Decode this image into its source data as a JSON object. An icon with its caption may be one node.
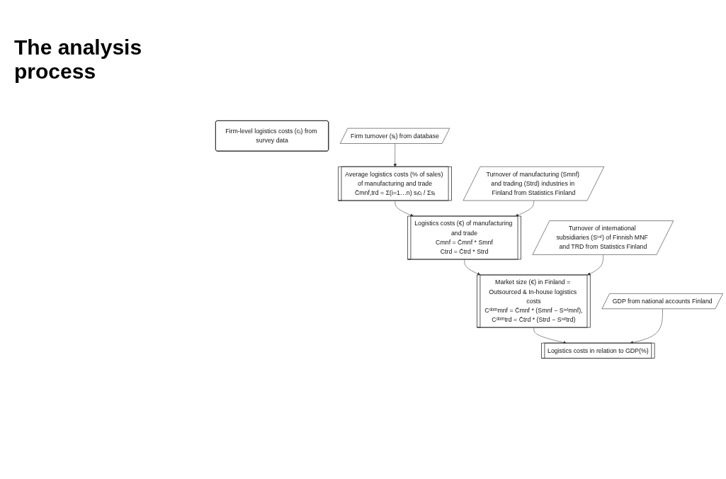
{
  "diagram": {
    "title": "The analysis process",
    "nodes": [
      {
        "text": [
          "Firm-level logistics costs (cᵢ) from survey data"
        ]
      },
      {
        "text": [
          "Average logistics costs (% of sales) of manufacturing and trade",
          "C̄mnf,trd = Σ(i=1…n) sᵢcᵢ / Σsᵢ"
        ]
      },
      {
        "text": [
          "Firm turnover (sᵢ) from database"
        ]
      },
      {
        "text": [
          "Logistics costs (€) of manufacturing and trade",
          "Cmnf = C̄mnf * Smnf",
          "Ctrd = C̄trd * Strd"
        ]
      },
      {
        "text": [
          "Turnover of manufacturing (Smnf) and trading (Strd) industries in Finland from Statistics Finland"
        ]
      },
      {
        "text": [
          "Market size (€) in Finland = Outsourced & In-house logistics costs",
          "Cᵈᵒᵐmnf = C̄mnf * (Smnf − Sⁱⁿᵗmnf),",
          "Cᵈᵒᵐtrd = C̄trd * (Strd − Sⁱⁿᵗtrd)"
        ]
      },
      {
        "text": [
          "Turnover of international subsidiaries (Sⁱⁿᵗ) of Finnish MNF and TRD from Statistics Finland"
        ]
      },
      {
        "text": [
          "Logistics costs in relation to GDP(%)"
        ]
      },
      {
        "text": [
          "GDP from national accounts Finland"
        ]
      }
    ],
    "edges": [
      {
        "from": 2,
        "to": 1,
        "arrow": "to"
      },
      {
        "from": 1,
        "to": 3,
        "arrow": "to"
      },
      {
        "from": 4,
        "to": 3,
        "arrow": "to"
      },
      {
        "from": 3,
        "to": 5,
        "arrow": "to"
      },
      {
        "from": 6,
        "to": 5,
        "arrow": "to"
      },
      {
        "from": 5,
        "to": 7,
        "arrow": "to"
      },
      {
        "from": 8,
        "to": 7,
        "arrow": "to"
      }
    ]
  }
}
